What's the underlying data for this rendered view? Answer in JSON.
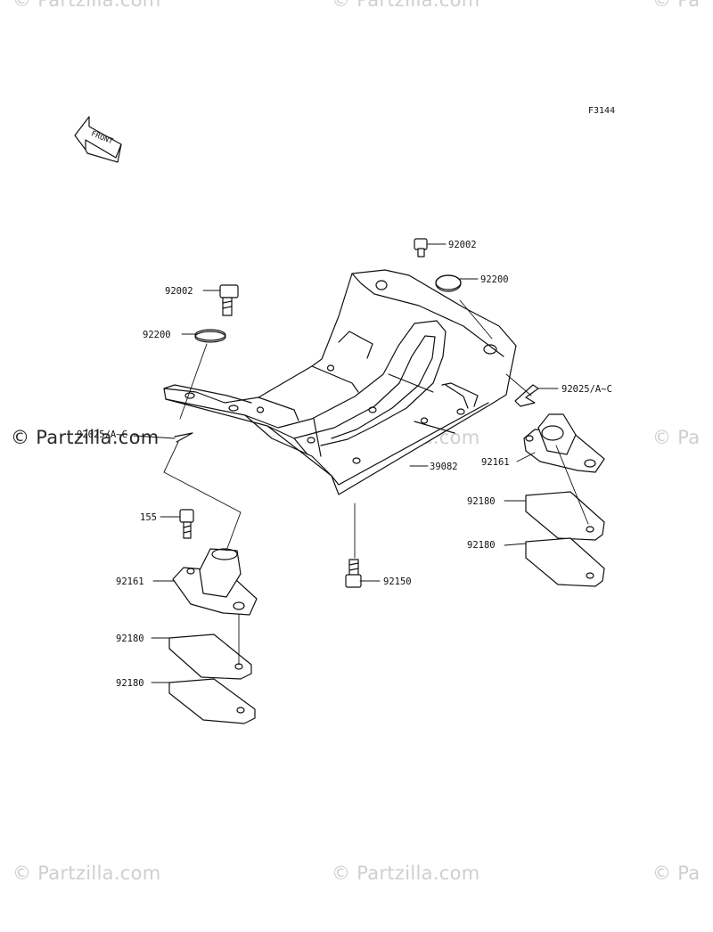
{
  "watermark": {
    "text": "© Partzilla.com",
    "partial_text": "© Pa"
  },
  "figure_code": "F3144",
  "front_arrow_label": "FRONT",
  "callouts": [
    {
      "id": "c-92002-top",
      "label": "92002"
    },
    {
      "id": "c-92200-right",
      "label": "92200"
    },
    {
      "id": "c-92002-left",
      "label": "92002"
    },
    {
      "id": "c-92200-left",
      "label": "92200"
    },
    {
      "id": "c-92025-right",
      "label": "92025/A~C"
    },
    {
      "id": "c-92025-left",
      "label": "92025/A~C"
    },
    {
      "id": "c-92161-right",
      "label": "92161"
    },
    {
      "id": "c-39082",
      "label": "39082"
    },
    {
      "id": "c-92180-r1",
      "label": "92180"
    },
    {
      "id": "c-92180-r2",
      "label": "92180"
    },
    {
      "id": "c-155",
      "label": "155"
    },
    {
      "id": "c-92161-left",
      "label": "92161"
    },
    {
      "id": "c-92150",
      "label": "92150"
    },
    {
      "id": "c-92180-l1",
      "label": "92180"
    },
    {
      "id": "c-92180-l2",
      "label": "92180"
    }
  ]
}
